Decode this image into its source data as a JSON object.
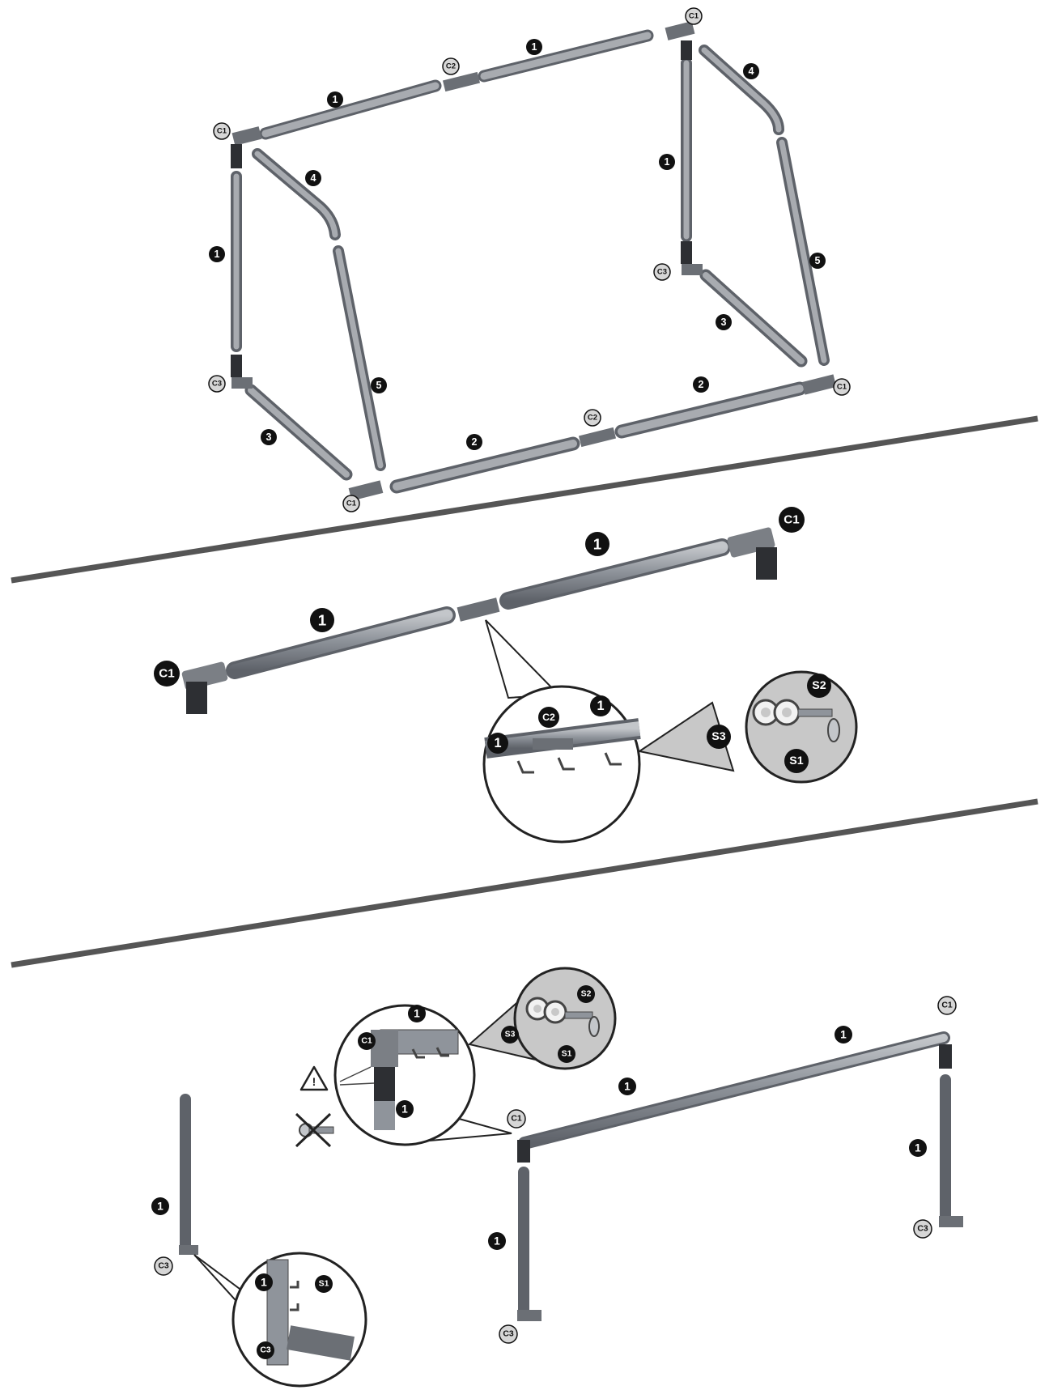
{
  "labels": {
    "part_1": "1",
    "part_2": "2",
    "part_3": "3",
    "part_4": "4",
    "part_5": "5",
    "c1": "C1",
    "c2": "C2",
    "c3": "C3",
    "s1": "S1",
    "s2": "S2",
    "s3": "S3",
    "warning": "!"
  },
  "colors": {
    "tube": "#8f949b",
    "tube_dark": "#5e6269",
    "tube_light": "#c3c6ca",
    "connector": "#6b6f75",
    "divider": "#555555",
    "badge_dark": "#111111",
    "badge_light": "#d6d6d6",
    "zoom_fill": "#c8c8c8"
  },
  "icons": [
    "warning-triangle-icon",
    "no-screwdriver-icon"
  ]
}
